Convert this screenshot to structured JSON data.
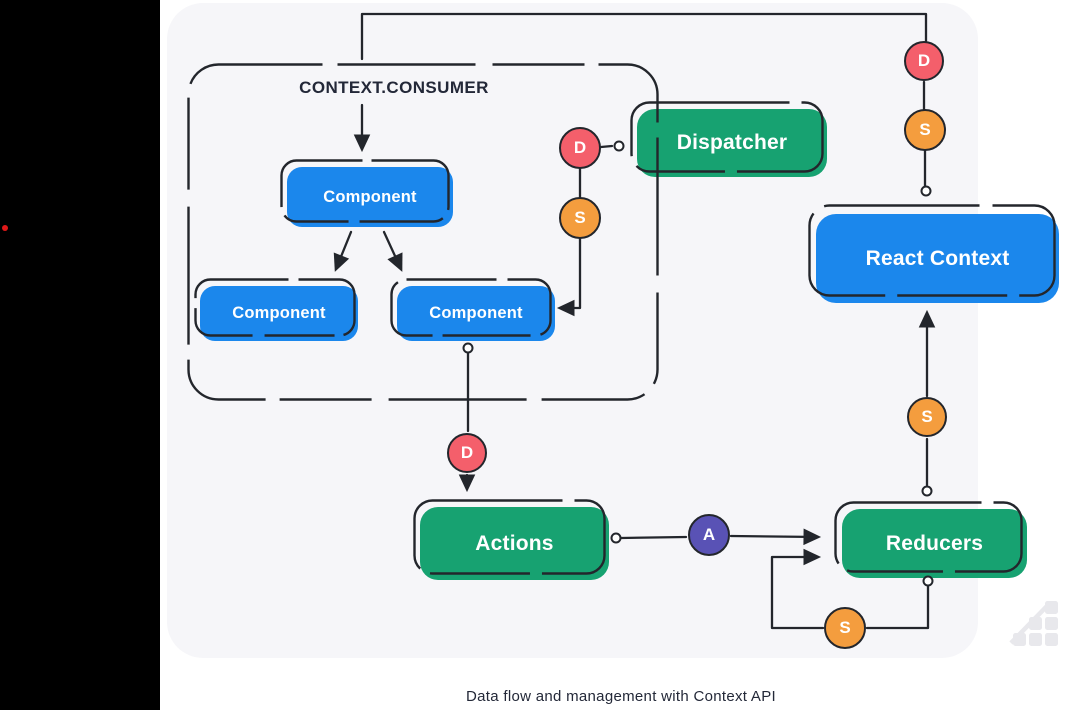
{
  "caption": "Data flow and management with Context API",
  "diagram": {
    "container_label": "CONTEXT.CONSUMER",
    "nodes": {
      "component_top": {
        "label": "Component",
        "type": "blue"
      },
      "component_left": {
        "label": "Component",
        "type": "blue"
      },
      "component_right": {
        "label": "Component",
        "type": "blue"
      },
      "dispatcher": {
        "label": "Dispatcher",
        "type": "green"
      },
      "react_context": {
        "label": "React Context",
        "type": "blue"
      },
      "actions": {
        "label": "Actions",
        "type": "green"
      },
      "reducers": {
        "label": "Reducers",
        "type": "green"
      }
    },
    "badges": {
      "d_top_right": {
        "letter": "D",
        "color_key": "badge_red"
      },
      "s_top_right": {
        "letter": "S",
        "color_key": "badge_orange"
      },
      "d_dispatcher": {
        "letter": "D",
        "color_key": "badge_red"
      },
      "s_dispatcher": {
        "letter": "S",
        "color_key": "badge_orange"
      },
      "d_actions": {
        "letter": "D",
        "color_key": "badge_red"
      },
      "s_react": {
        "letter": "S",
        "color_key": "badge_orange"
      },
      "a_between": {
        "letter": "A",
        "color_key": "badge_purple"
      },
      "s_loop": {
        "letter": "S",
        "color_key": "badge_orange"
      }
    }
  },
  "colors": {
    "node_blue": "#1b87ec",
    "node_green": "#17a271",
    "node_text": "#ffffff",
    "badge_red": "#f45f6b",
    "badge_orange": "#f49d3e",
    "badge_purple": "#5952b5",
    "line": "#23262c",
    "panel_bg": "#f6f6f9",
    "letterbox": "#000000",
    "rec_red": "#e01818",
    "watermark_gray": "#e8e8ec",
    "text_dark": "#232838"
  }
}
